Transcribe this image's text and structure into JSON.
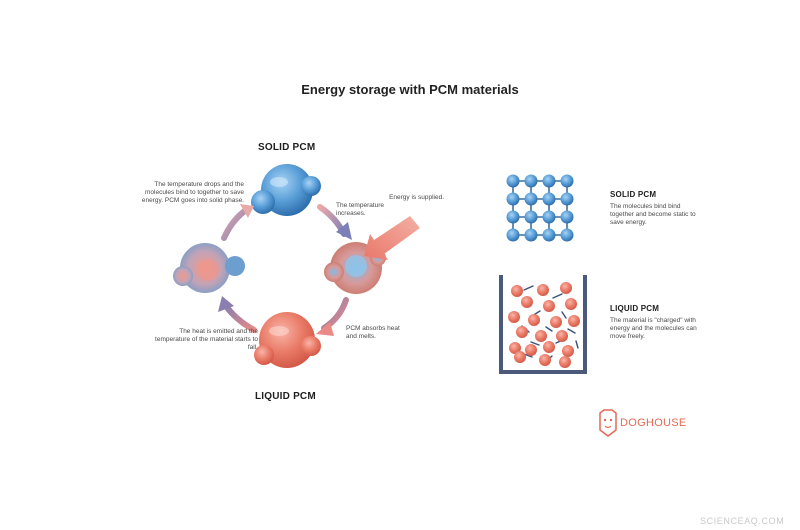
{
  "title": "Energy storage with PCM materials",
  "cycle": {
    "solid_label": "SOLID PCM",
    "liquid_label": "LIQUID PCM",
    "text_cool": "The temperature drops and the molecules bind to together to save energy. PCM goes into solid phase.",
    "text_temp_increase": "The temperature increases.",
    "text_energy_supplied": "Energy is supplied.",
    "text_absorbs": "PCM absorbs heat and melts.",
    "text_heat_emitted": "The heat is emitted and the temperature of the material starts to fall."
  },
  "legend": {
    "solid_title": "SOLID PCM",
    "solid_desc": "The molecules bind bind together and become static to save energy.",
    "liquid_title": "LIQUID PCM",
    "liquid_desc": "The material is \"charged\" with energy and the molecules can move freely."
  },
  "brand": "DOGHOUSE",
  "watermark": "SCIENCEAQ.COM",
  "colors": {
    "solid_blue": "#5a9fd8",
    "liquid_red": "#ea7d6a",
    "arrow_purple": "#8a7fae",
    "arrow_pink": "#e98a86",
    "brand": "#e36a55"
  }
}
